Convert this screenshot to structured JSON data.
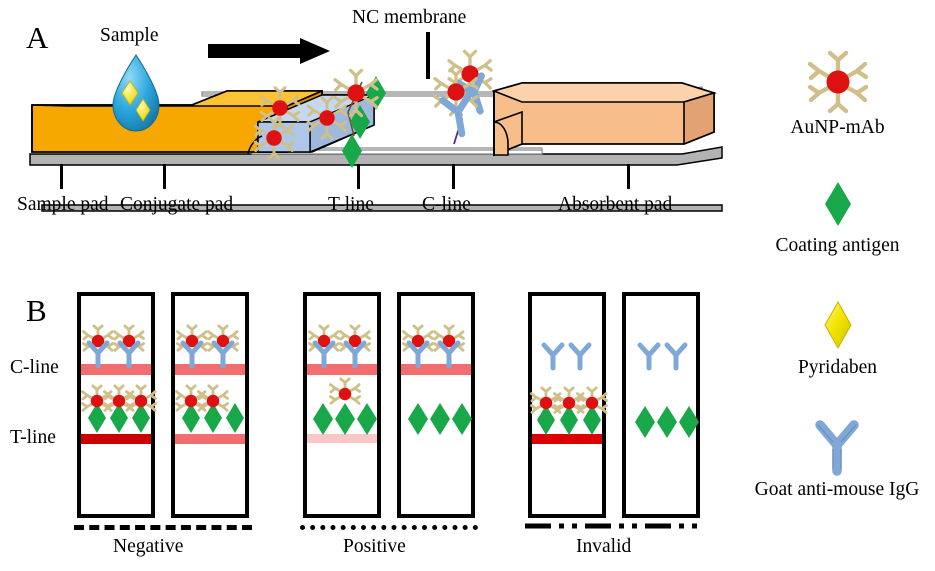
{
  "figure": {
    "panel_a_letter": "A",
    "panel_b_letter": "B"
  },
  "panel_a": {
    "sample_label": "Sample",
    "nc_membrane_label": "NC membrane",
    "flow_arrow": "right-arrow",
    "callouts": [
      {
        "key": "sample_pad",
        "label": "Sample pad"
      },
      {
        "key": "conjugate_pad",
        "label": "Conjugate pad"
      },
      {
        "key": "t_line",
        "label": "T-line"
      },
      {
        "key": "c_line",
        "label": "C-line"
      },
      {
        "key": "absorbent_pad",
        "label": "Absorbent pad"
      }
    ]
  },
  "panel_b": {
    "axis_labels": {
      "c_line": "C-line",
      "t_line": "T-line"
    },
    "groups": [
      {
        "key": "negative",
        "result_label": "Negative",
        "underline_style": "dashed",
        "strips": [
          {
            "c_line_intensity": "strong",
            "t_line_intensity": "strong",
            "c_line_bound_complexes": 2,
            "t_line_complexes": 3,
            "t_line_antigens": 3,
            "free_antigens": 0,
            "free_igg": 0
          },
          {
            "c_line_intensity": "strong",
            "t_line_intensity": "medium",
            "c_line_bound_complexes": 2,
            "t_line_complexes": 2,
            "t_line_antigens": 3,
            "free_antigens": 0,
            "free_igg": 0
          }
        ]
      },
      {
        "key": "positive",
        "result_label": "Positive",
        "underline_style": "dotted",
        "strips": [
          {
            "c_line_intensity": "strong",
            "t_line_intensity": "faint",
            "c_line_bound_complexes": 2,
            "t_line_complexes": 1,
            "t_line_antigens": 3,
            "free_antigens": 0,
            "free_igg": 0
          },
          {
            "c_line_intensity": "strong",
            "t_line_intensity": "none",
            "c_line_bound_complexes": 2,
            "t_line_complexes": 0,
            "t_line_antigens": 3,
            "free_antigens": 0,
            "free_igg": 0
          }
        ]
      },
      {
        "key": "invalid",
        "result_label": "Invalid",
        "underline_style": "dash-dot-dot",
        "strips": [
          {
            "c_line_intensity": "none",
            "t_line_intensity": "strong",
            "c_line_bound_complexes": 0,
            "t_line_complexes": 3,
            "t_line_antigens": 3,
            "free_antigens": 0,
            "free_igg": 2
          },
          {
            "c_line_intensity": "none",
            "t_line_intensity": "none",
            "c_line_bound_complexes": 0,
            "t_line_complexes": 0,
            "t_line_antigens": 3,
            "free_antigens": 3,
            "free_igg": 2
          }
        ]
      }
    ]
  },
  "legend": {
    "items": [
      {
        "key": "aunp_mab",
        "icon": "aunp-mab-icon",
        "label": "AuNP-mAb"
      },
      {
        "key": "antigen",
        "icon": "green-diamond-icon",
        "label": "Coating antigen"
      },
      {
        "key": "pyridaben",
        "icon": "yellow-diamond-icon",
        "label": "Pyridaben"
      },
      {
        "key": "igg",
        "icon": "blue-antibody-icon",
        "label": "Goat anti-mouse IgG"
      }
    ]
  },
  "colors": {
    "sample_pad": "#F7A800",
    "sample_pad_side": "#E09000",
    "conjugate_pad": "#AEC6E8",
    "conjugate_pad_side": "#93ADD6",
    "absorbent_pad": "#F7BE8C",
    "absorbent_pad_side": "#E0A673",
    "backing": "#B3B3B3",
    "aunp_red": "#DD1111",
    "mab_khaki": "#CFC08A",
    "antigen_green": "#18A84A",
    "pyridaben_yellow": "#F2E500",
    "igg_blue": "#7FA8D6",
    "line_strong": "#CC0000",
    "line_medium": "#F26E6E",
    "line_faint": "#F9C7C7",
    "droplet_blue": "#2BA7DE"
  }
}
